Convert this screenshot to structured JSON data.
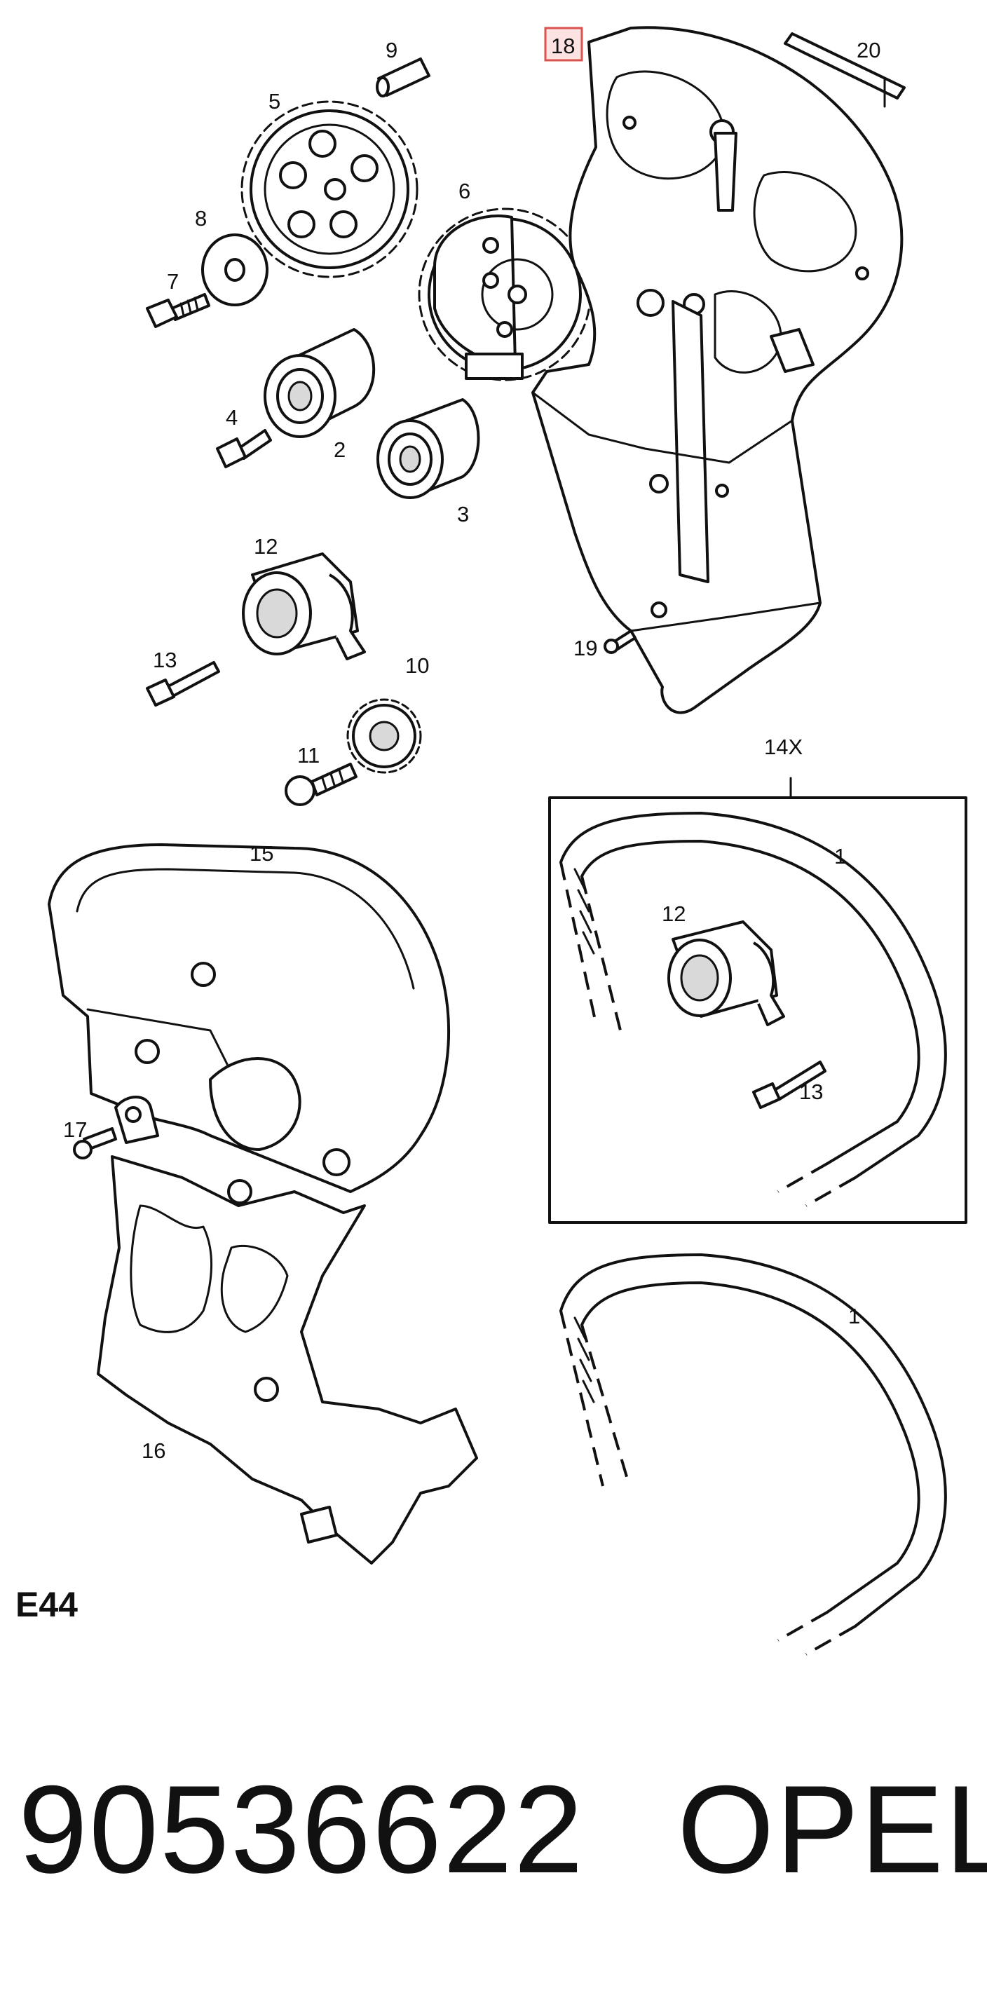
{
  "diagram": {
    "code": "E44",
    "labels": {
      "l1a": "1",
      "l1b": "1",
      "l2": "2",
      "l3": "3",
      "l4": "4",
      "l5": "5",
      "l6": "6",
      "l7": "7",
      "l8": "8",
      "l9": "9",
      "l10": "10",
      "l11": "11",
      "l12a": "12",
      "l12b": "12",
      "l13a": "13",
      "l13b": "13",
      "l14x": "14X",
      "l15": "15",
      "l16": "16",
      "l17": "17",
      "l18": "18",
      "l19": "19",
      "l20": "20"
    },
    "highlight_color": "#d9534f"
  },
  "footer": {
    "part_number": "90536622",
    "brand": "OPEL"
  }
}
